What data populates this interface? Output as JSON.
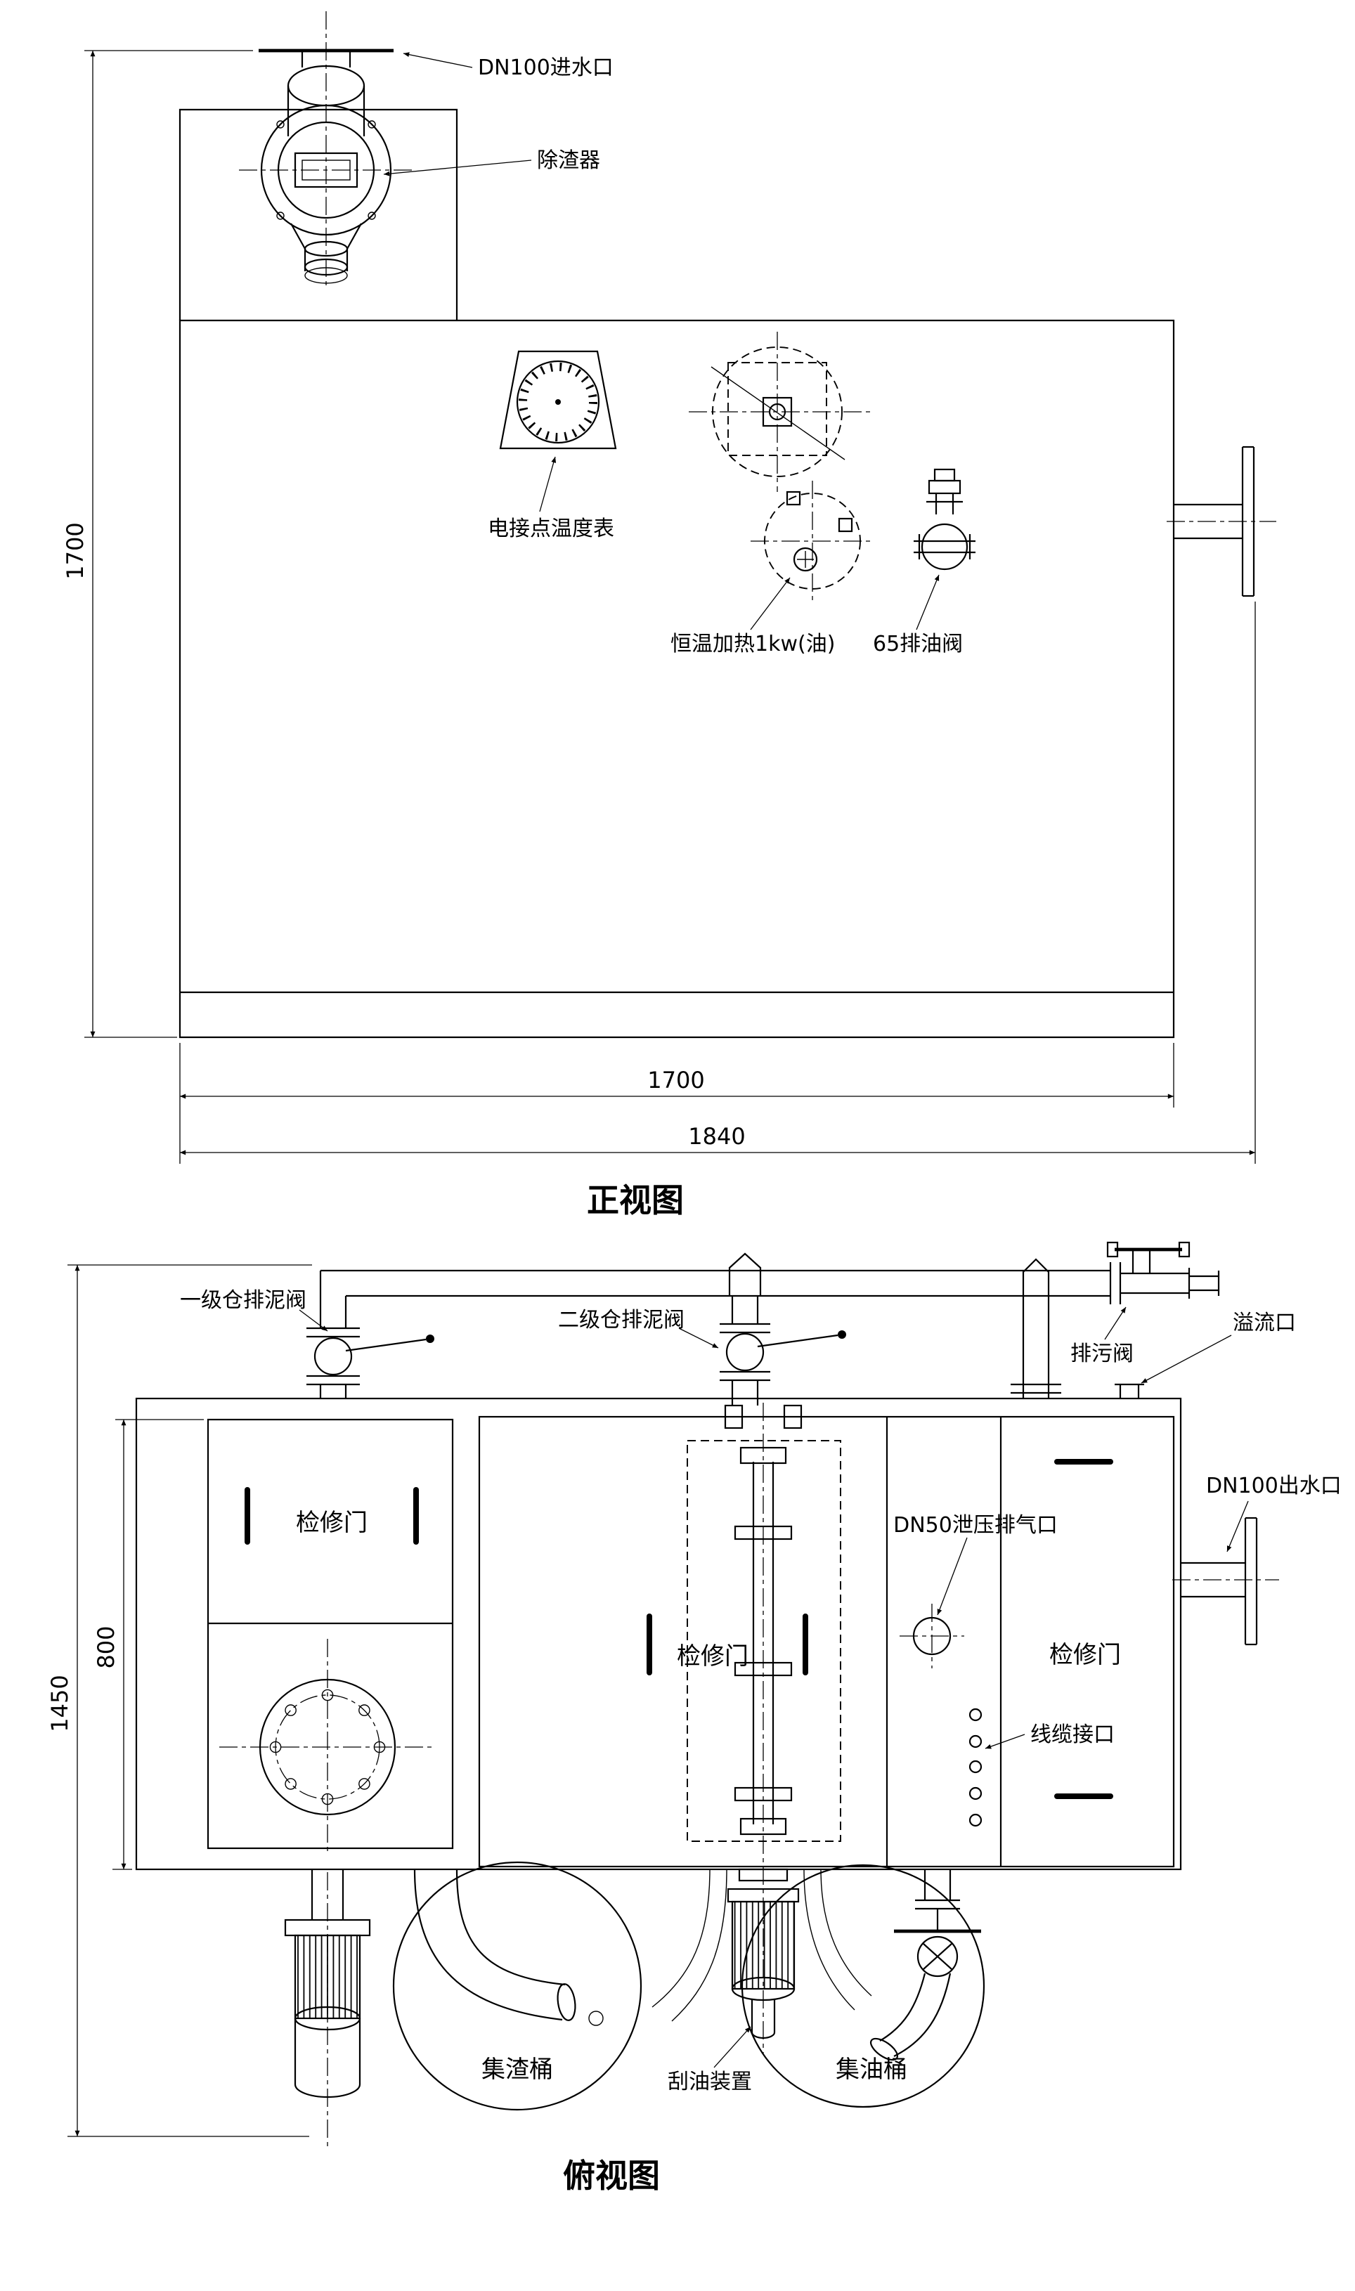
{
  "front_view": {
    "title": "正视图",
    "labels": {
      "inlet": "DN100进水口",
      "slag_remover": "除渣器",
      "thermometer": "电接点温度表",
      "heater": "恒温加热1kw(油)",
      "oil_drain_valve": "65排油阀"
    },
    "dimensions": {
      "height": "1700",
      "inner_width": "1700",
      "outer_width": "1840"
    }
  },
  "top_view": {
    "title": "俯视图",
    "labels": {
      "primary_sludge_valve": "一级仓排泥阀",
      "secondary_sludge_valve": "二级仓排泥阀",
      "sewage_valve": "排污阀",
      "overflow_port": "溢流口",
      "outlet": "DN100出水口",
      "vent": "DN50泄压排气口",
      "access_door_left": "检修门",
      "access_door_middle": "检修门",
      "access_door_right": "检修门",
      "cable_port": "线缆接口",
      "slag_bucket": "集渣桶",
      "oil_scraper": "刮油装置",
      "oil_bucket": "集油桶"
    },
    "dimensions": {
      "total_height": "1450",
      "door_width": "800"
    }
  },
  "colors": {
    "line": "#000000",
    "background": "#ffffff"
  }
}
